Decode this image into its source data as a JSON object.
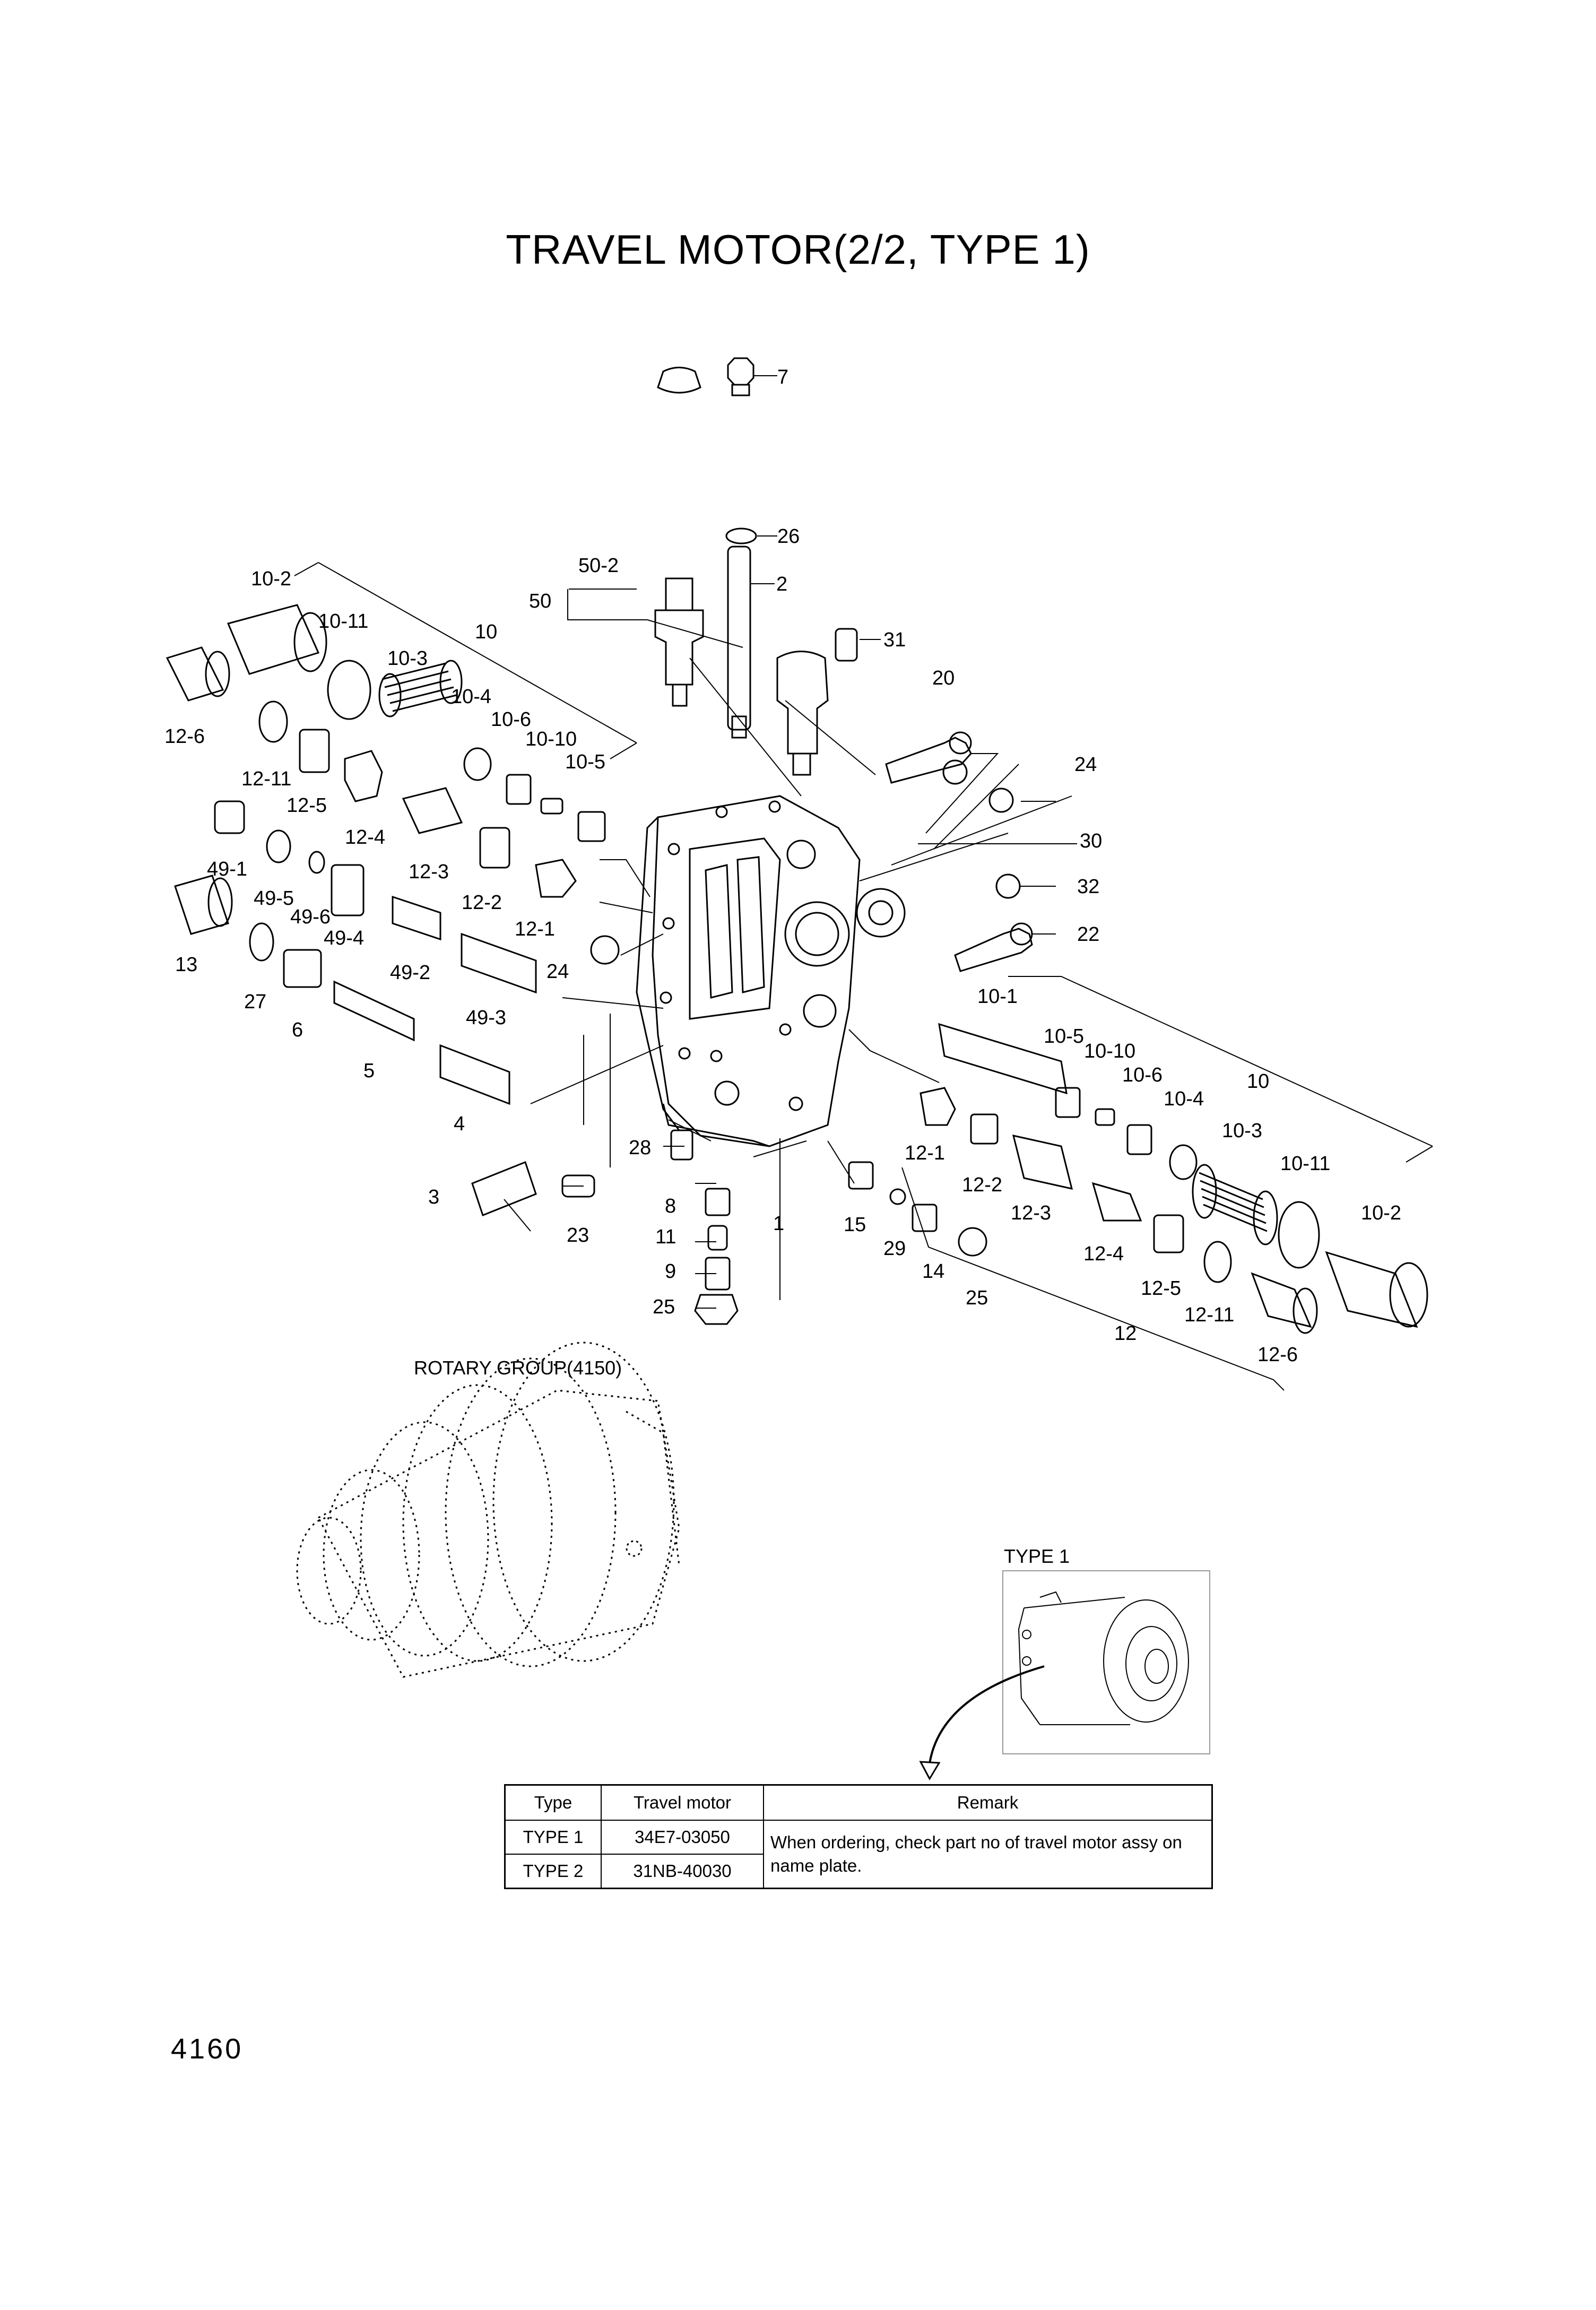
{
  "title": "TRAVEL MOTOR(2/2, TYPE 1)",
  "page_number": "4160",
  "labels": {
    "rotary_group": "ROTARY GROUP(4150)",
    "type1_view": "TYPE 1"
  },
  "callouts": [
    "7",
    "26",
    "2",
    "50-2",
    "50",
    "31",
    "20",
    "24",
    "30",
    "32",
    "22",
    "10-2",
    "10-11",
    "10",
    "10-3",
    "10-4",
    "10-6",
    "10-10",
    "10-5",
    "12-6",
    "12-11",
    "12-5",
    "12-4",
    "12-3",
    "12-2",
    "12-1",
    "49-1",
    "49-5",
    "49-6",
    "49-4",
    "13",
    "27",
    "6",
    "5",
    "49-2",
    "49-3",
    "24",
    "4",
    "10-1",
    "10-5",
    "10-10",
    "10-6",
    "10-4",
    "10",
    "10-3",
    "10-11",
    "10-2",
    "28",
    "3",
    "23",
    "8",
    "11",
    "9",
    "25",
    "1",
    "15",
    "29",
    "14",
    "25",
    "12-1",
    "12-2",
    "12-3",
    "12-4",
    "12-5",
    "12-11",
    "12",
    "12-6"
  ],
  "table": {
    "headers": [
      "Type",
      "Travel motor",
      "Remark"
    ],
    "rows": [
      {
        "type": "TYPE 1",
        "motor": "34E7-03050"
      },
      {
        "type": "TYPE 2",
        "motor": "31NB-40030"
      }
    ],
    "remark": "When ordering, check part no of travel motor assy on name plate."
  }
}
